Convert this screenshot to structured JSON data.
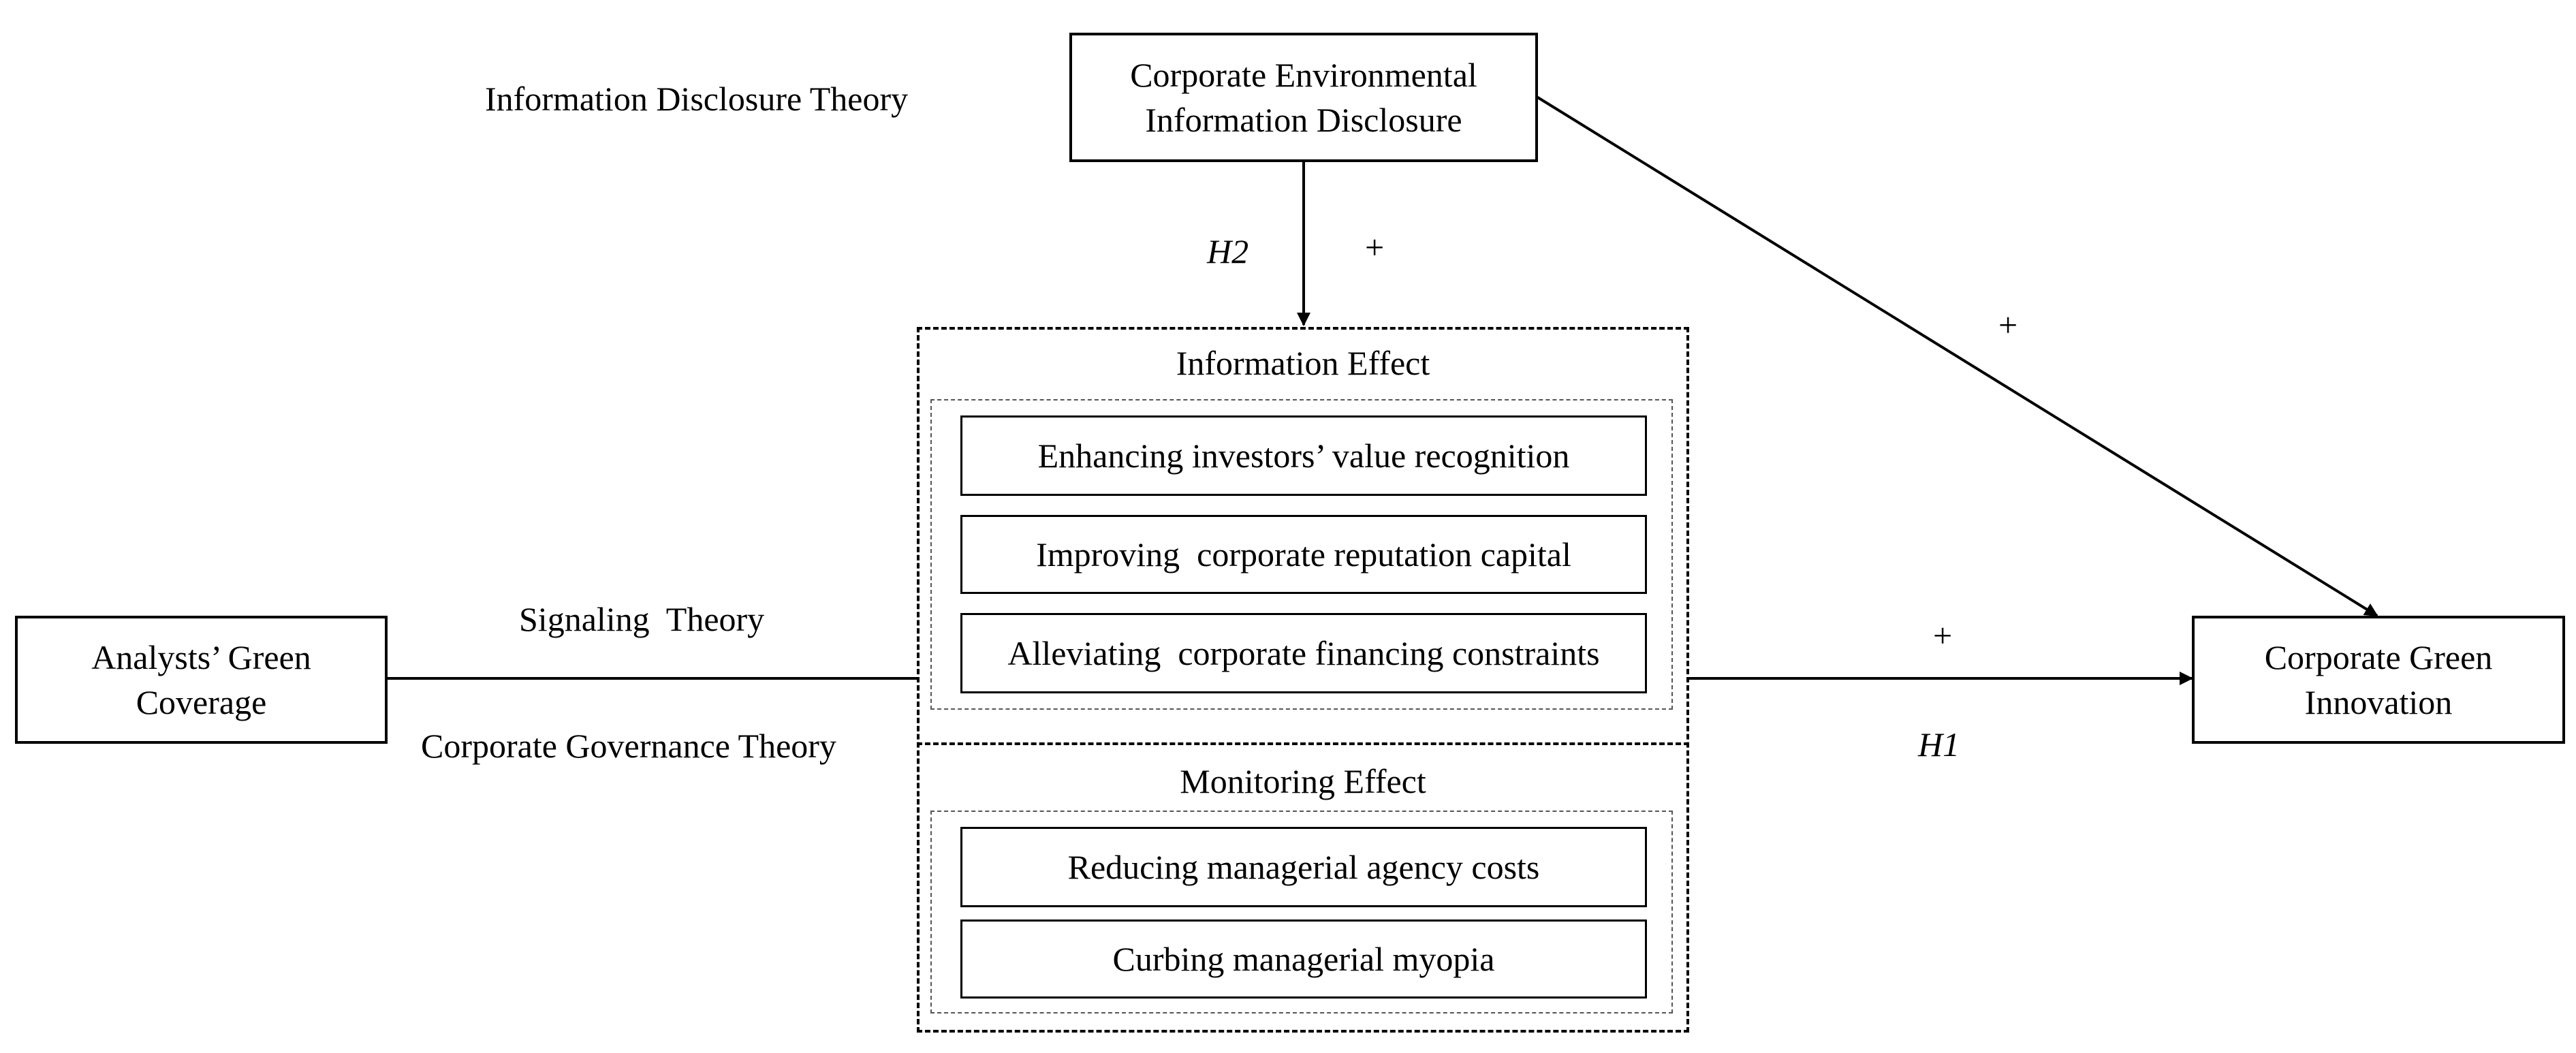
{
  "nodes": {
    "analysts": "Analysts’ Green\nCoverage",
    "disclosure": "Corporate Environmental\nInformation Disclosure",
    "innovation": "Corporate Green\nInnovation"
  },
  "theories": {
    "information_disclosure": "Information Disclosure Theory",
    "signaling": "Signaling  Theory",
    "corporate_governance": "Corporate Governance Theory"
  },
  "information_effect": {
    "title": "Information Effect",
    "items": [
      "Enhancing investors’ value recognition",
      "Improving  corporate reputation capital",
      "Alleviating  corporate financing constraints"
    ]
  },
  "monitoring_effect": {
    "title": "Monitoring Effect",
    "items": [
      "Reducing managerial agency costs",
      "Curbing managerial myopia"
    ]
  },
  "hypotheses": {
    "h1": "H1",
    "h2": "H2"
  },
  "signs": {
    "h2_sign": "+",
    "diagonal_sign": "+",
    "h1_sign": "+"
  }
}
